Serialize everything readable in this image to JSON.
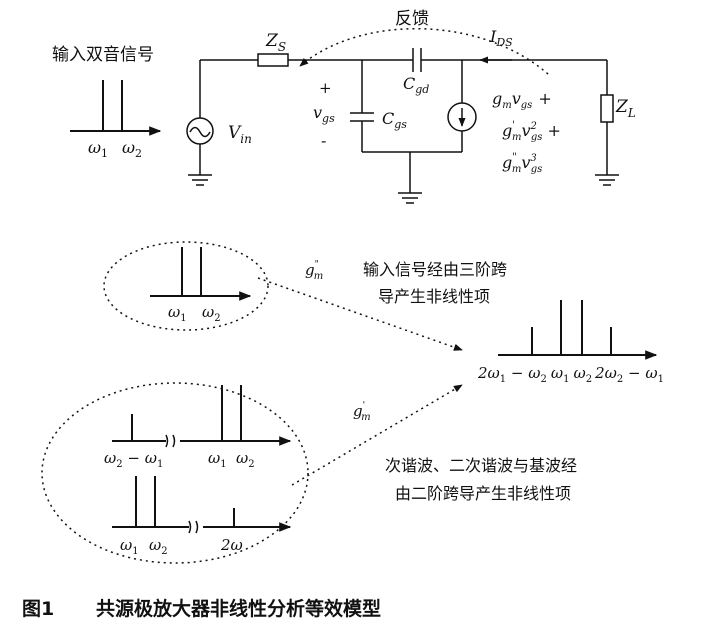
{
  "circuit": {
    "input_title": "输入双音信号",
    "feedback_label": "反馈",
    "zs_label": "Z",
    "zs_sub": "S",
    "ids_label": "I",
    "ids_sub": "DS",
    "cgd_label": "C",
    "cgd_sub": "gd",
    "cgs_label": "C",
    "cgs_sub": "gs",
    "vin_label": "V",
    "vin_sub": "in",
    "zl_label": "Z",
    "zl_sub": "L",
    "plus": "+",
    "minus": "-",
    "vgs_label": "v",
    "vgs_sub": "gs",
    "w1": "ω",
    "w1_sub": "1",
    "w2": "ω",
    "w2_sub": "2",
    "term1": "g",
    "term2": "g",
    "term3": "g",
    "m": "m",
    "prime1": "'",
    "prime2": "\"",
    "v": "v",
    "gs": "gs",
    "exp2": "2",
    "exp3": "3",
    "plus_sign": "+"
  },
  "lower": {
    "gm2_label": "g",
    "gm2_sub": "m",
    "gm2_prime": "\"",
    "text_third_line1": "输入信号经由三阶跨",
    "text_third_line2": "导产生非线性项",
    "gm1_label": "g",
    "gm1_sub": "m",
    "gm1_prime": "'",
    "text_second_line1": "次谐波、二次谐波与基波经",
    "text_second_line2": "由二阶跨导产生非线性项",
    "top_w1": "ω",
    "top_w2": "ω",
    "sub1": "1",
    "sub2": "2",
    "diff_label_w2": "ω",
    "diff_label_minus": " − ",
    "diff_label_w1": "ω",
    "two_omega": "2ω",
    "out_label_2w1": "2ω",
    "out_label_minus1": " − ",
    "out_label_w2a": "ω",
    "out_label_w1": "ω",
    "out_label_w2b": "ω",
    "out_label_2w2": "2ω",
    "out_label_minus2": " − ",
    "out_label_w1b": "ω"
  },
  "caption": {
    "figure": "图1",
    "title": "共源极放大器非线性分析等效模型"
  }
}
